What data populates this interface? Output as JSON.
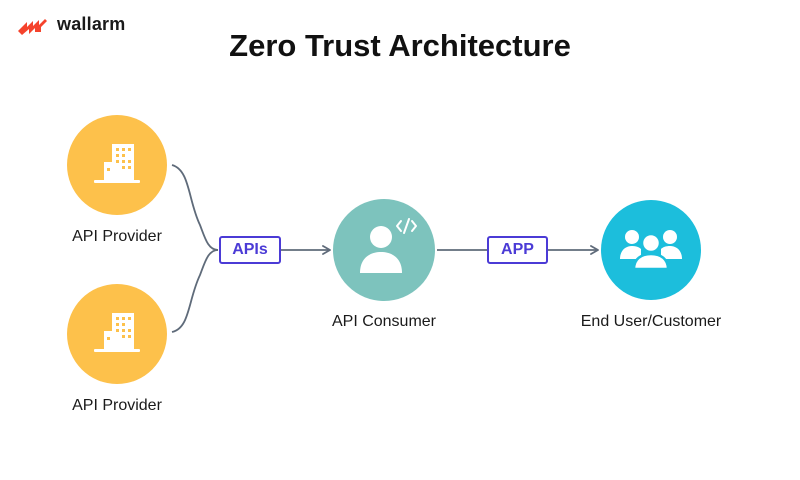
{
  "brand": {
    "name": "wallarm",
    "logo_color": "#f5432c"
  },
  "title": "Zero Trust Architecture",
  "nodes": {
    "provider_top": {
      "label": "API Provider",
      "icon": "building-icon",
      "color": "#fdc14b"
    },
    "provider_bottom": {
      "label": "API Provider",
      "icon": "building-icon",
      "color": "#fdc14b"
    },
    "consumer": {
      "label": "API Consumer",
      "icon": "developer-icon",
      "color": "#7dc3bd"
    },
    "end_user": {
      "label": "End User/Customer",
      "icon": "users-group-icon",
      "color": "#1cbedc"
    }
  },
  "edges": {
    "apis_label": "APIs",
    "app_label": "APP",
    "label_color": "#4b3bd6",
    "line_color": "#5f6b7a"
  }
}
